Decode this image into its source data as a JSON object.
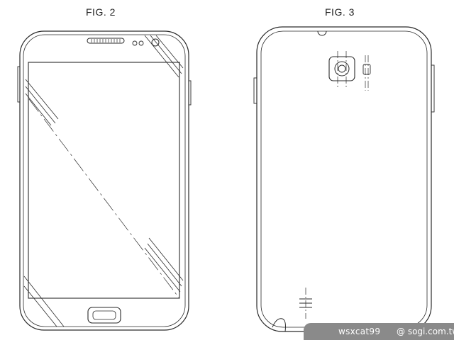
{
  "figures": {
    "front_label": "FIG. 2",
    "back_label": "FIG. 3"
  },
  "watermark": {
    "user": "wsxcat99",
    "site": "@ sogi.com.tw"
  }
}
